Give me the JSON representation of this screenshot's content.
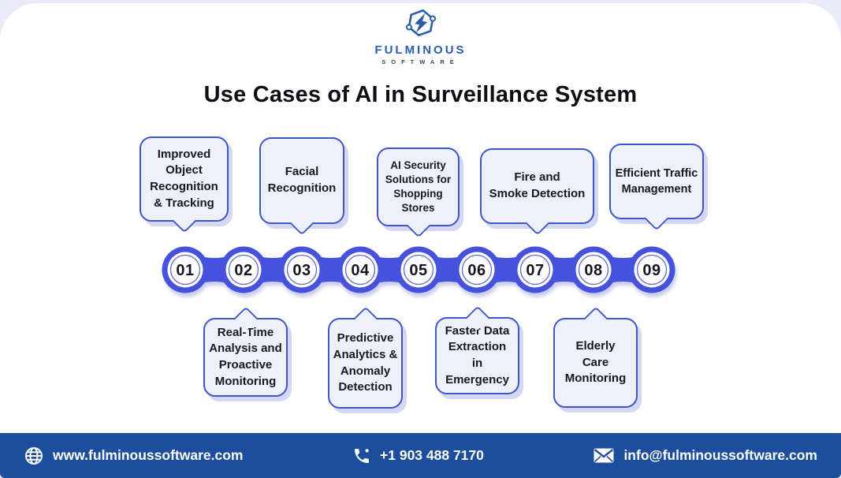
{
  "brand": {
    "name": "FULMINOUS",
    "subname": "SOFTWARE"
  },
  "title": "Use Cases of AI in Surveillance System",
  "use_cases": [
    {
      "number": "01",
      "position": "top",
      "label": "Improved\nObject\nRecognition\n& Tracking"
    },
    {
      "number": "02",
      "position": "bottom",
      "label": "Real-Time\nAnalysis and\nProactive\nMonitoring"
    },
    {
      "number": "03",
      "position": "top",
      "label": "Facial\nRecognition"
    },
    {
      "number": "04",
      "position": "bottom",
      "label": "Predictive\nAnalytics &\nAnomaly\nDetection"
    },
    {
      "number": "05",
      "position": "top",
      "label": "AI Security\nSolutions for\nShopping\nStores"
    },
    {
      "number": "06",
      "position": "bottom",
      "label": "Faster Data\nExtraction\nin Emergency"
    },
    {
      "number": "07",
      "position": "top",
      "label": "Fire and\nSmoke Detection"
    },
    {
      "number": "08",
      "position": "bottom",
      "label": "Elderly\nCare\nMonitoring"
    },
    {
      "number": "09",
      "position": "top",
      "label": "Efficient Traffic\nManagement"
    }
  ],
  "footer": {
    "website": "www.fulminoussoftware.com",
    "phone": "+1 903 488 7170",
    "email": "info@fulminoussoftware.com"
  },
  "colors": {
    "chain_blue": "#4652DC",
    "bubble_border": "#3D56C8",
    "bubble_fill": "#EEF1F9",
    "footer_blue": "#1D4E9E",
    "logo_blue": "#2B5CAE",
    "page_background": "#ECEBFA"
  }
}
